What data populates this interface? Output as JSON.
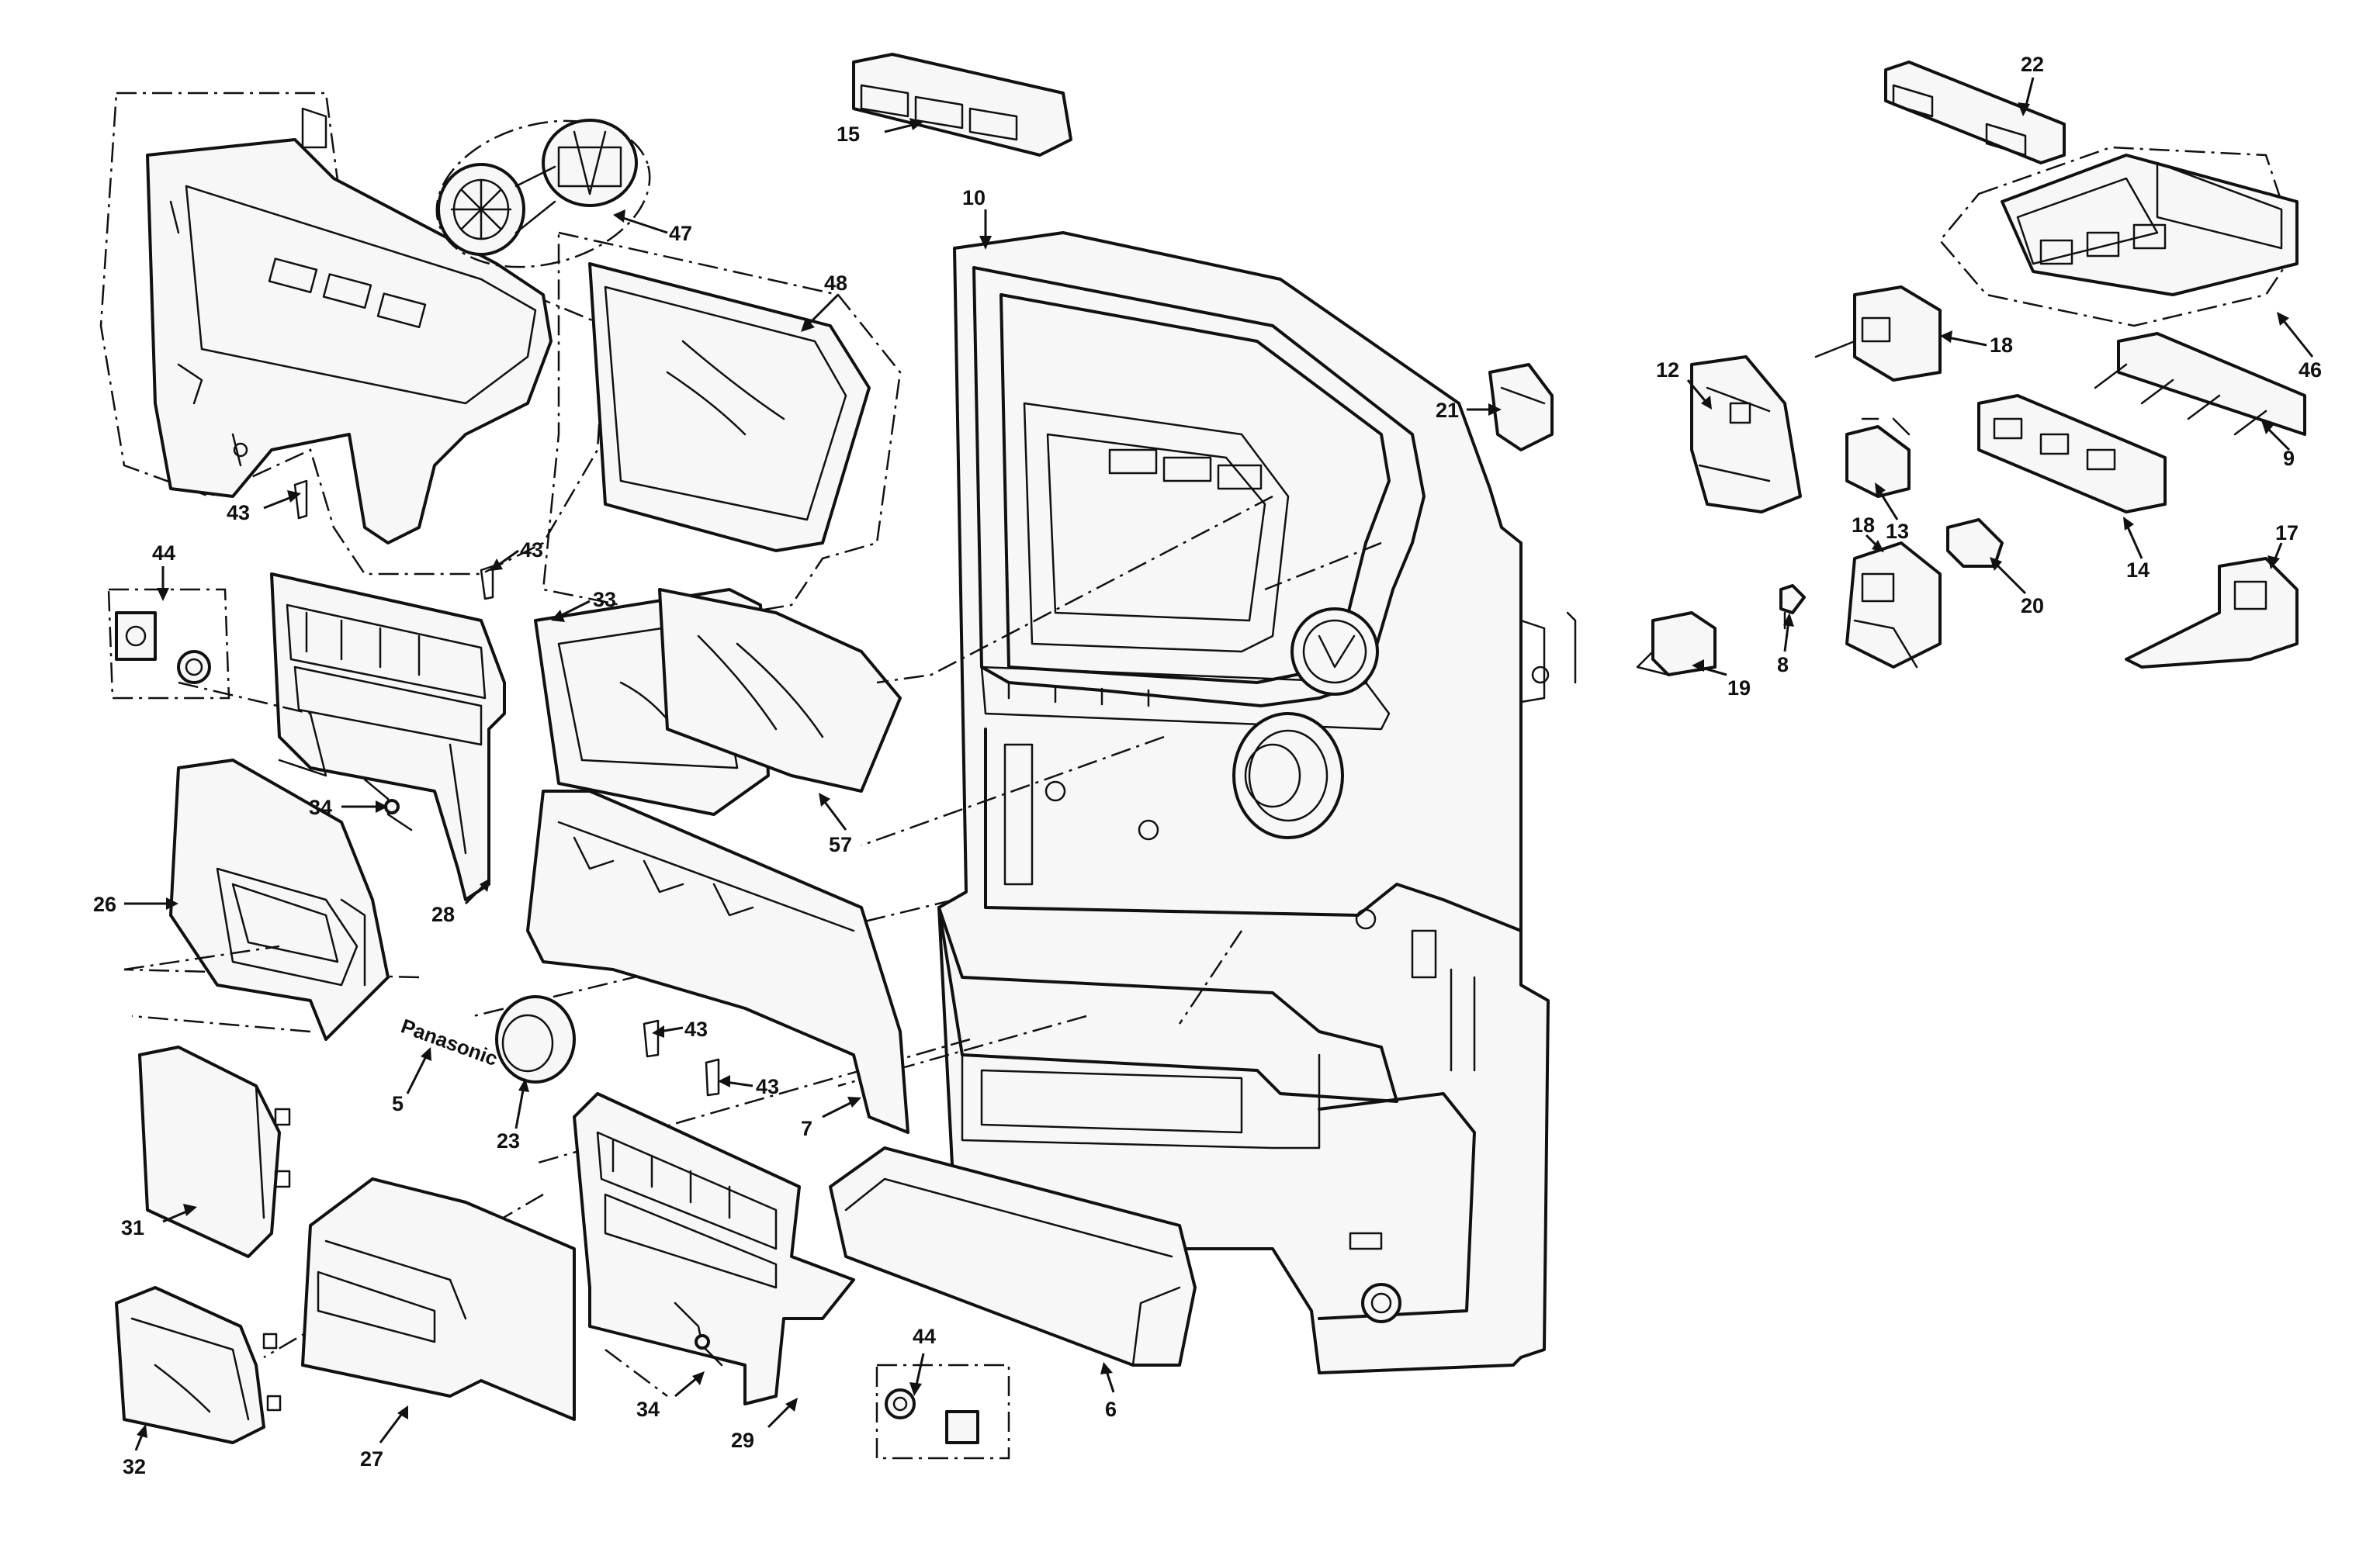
{
  "callouts": [
    {
      "id": "c15",
      "text": "15"
    },
    {
      "id": "c10",
      "text": "10"
    },
    {
      "id": "c47",
      "text": "47"
    },
    {
      "id": "c48",
      "text": "48"
    },
    {
      "id": "c43a",
      "text": "43"
    },
    {
      "id": "c43b",
      "text": "43"
    },
    {
      "id": "c44a",
      "text": "44"
    },
    {
      "id": "c33",
      "text": "33"
    },
    {
      "id": "c34a",
      "text": "34"
    },
    {
      "id": "c26",
      "text": "26"
    },
    {
      "id": "c28",
      "text": "28"
    },
    {
      "id": "c57",
      "text": "57"
    },
    {
      "id": "c21",
      "text": "21"
    },
    {
      "id": "c22",
      "text": "22"
    },
    {
      "id": "c46",
      "text": "46"
    },
    {
      "id": "c18a",
      "text": "18"
    },
    {
      "id": "c12",
      "text": "12"
    },
    {
      "id": "c9",
      "text": "9"
    },
    {
      "id": "c13",
      "text": "13"
    },
    {
      "id": "c14",
      "text": "14"
    },
    {
      "id": "c17",
      "text": "17"
    },
    {
      "id": "c18b",
      "text": "18"
    },
    {
      "id": "c20",
      "text": "20"
    },
    {
      "id": "c19",
      "text": "19"
    },
    {
      "id": "c8",
      "text": "8"
    },
    {
      "id": "c5",
      "text": "5"
    },
    {
      "id": "c23",
      "text": "23"
    },
    {
      "id": "c43c",
      "text": "43"
    },
    {
      "id": "c43d",
      "text": "43"
    },
    {
      "id": "c7",
      "text": "7"
    },
    {
      "id": "c31",
      "text": "31"
    },
    {
      "id": "c27",
      "text": "27"
    },
    {
      "id": "c32",
      "text": "32"
    },
    {
      "id": "c34b",
      "text": "34"
    },
    {
      "id": "c29",
      "text": "29"
    },
    {
      "id": "c44b",
      "text": "44"
    },
    {
      "id": "c6",
      "text": "6"
    }
  ],
  "brand_badge": "Panasonic"
}
